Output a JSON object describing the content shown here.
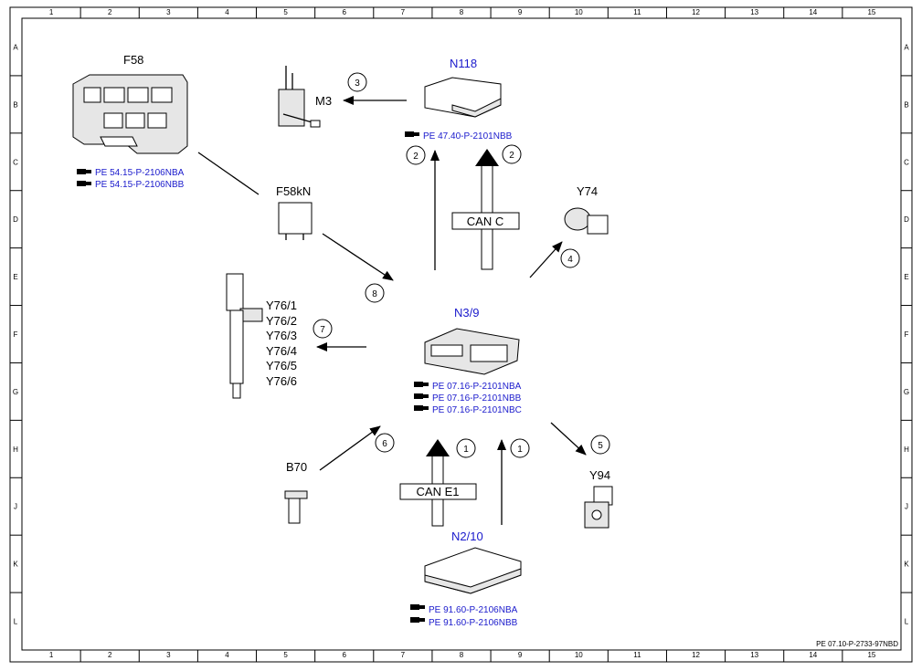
{
  "frame": {
    "columns": [
      "1",
      "2",
      "3",
      "4",
      "5",
      "6",
      "7",
      "8",
      "9",
      "10",
      "11",
      "12",
      "13",
      "14",
      "15"
    ],
    "rows": [
      "A",
      "B",
      "C",
      "D",
      "E",
      "F",
      "G",
      "H",
      "J",
      "K",
      "L"
    ],
    "doc_ref": "PE 07.10-P-2733-97NBD"
  },
  "components": {
    "f58": {
      "label": "F58",
      "refs": [
        "PE 54.15-P-2106NBA",
        "PE 54.15-P-2106NBB"
      ]
    },
    "m3": {
      "label": "M3"
    },
    "n118": {
      "label": "N118",
      "refs": [
        "PE 47.40-P-2101NBB"
      ]
    },
    "f58kn": {
      "label": "F58kN"
    },
    "y74": {
      "label": "Y74"
    },
    "y76": {
      "labels": [
        "Y76/1",
        "Y76/2",
        "Y76/3",
        "Y76/4",
        "Y76/5",
        "Y76/6"
      ]
    },
    "n3_9": {
      "label": "N3/9",
      "refs": [
        "PE 07.16-P-2101NBA",
        "PE 07.16-P-2101NBB",
        "PE 07.16-P-2101NBC"
      ]
    },
    "b70": {
      "label": "B70"
    },
    "y94": {
      "label": "Y94"
    },
    "n2_10": {
      "label": "N2/10",
      "refs": [
        "PE 91.60-P-2106NBA",
        "PE 91.60-P-2106NBB"
      ]
    }
  },
  "buses": {
    "can_c": "CAN C",
    "can_e1": "CAN E1"
  },
  "callouts": {
    "c1a": "1",
    "c1b": "1",
    "c2a": "2",
    "c2b": "2",
    "c3": "3",
    "c4": "4",
    "c5": "5",
    "c6": "6",
    "c7": "7",
    "c8": "8"
  }
}
